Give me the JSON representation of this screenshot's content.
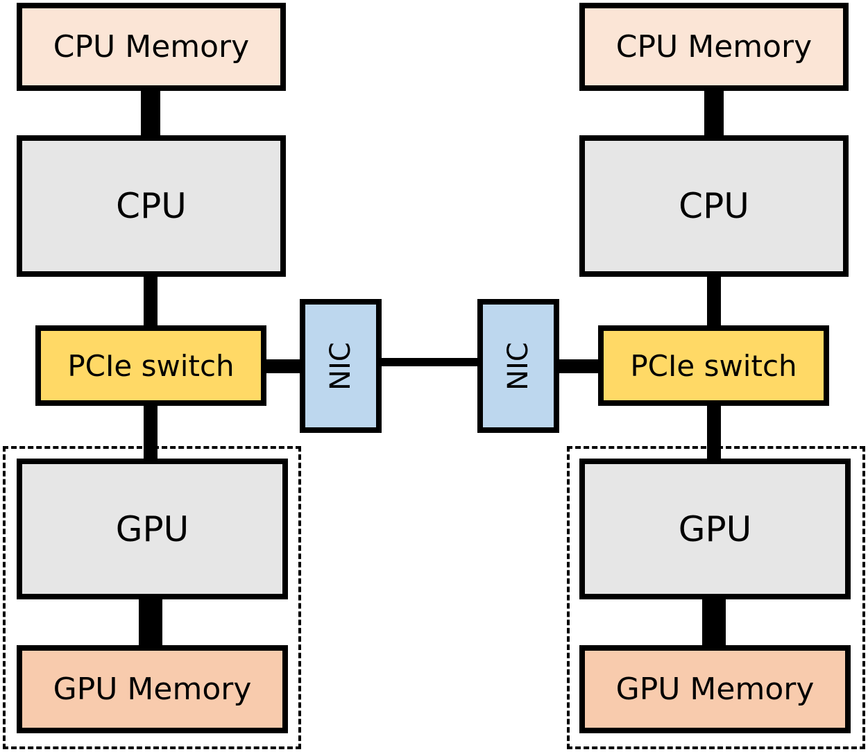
{
  "colors": {
    "cpu_memory": "#fbe5d6",
    "cpu": "#e6e6e6",
    "pcie_switch": "#ffd966",
    "nic": "#bdd7ee",
    "gpu": "#e6e6e6",
    "gpu_memory": "#f8cbad",
    "outline": "#000000"
  },
  "left_node": {
    "cpu_memory": "CPU Memory",
    "cpu": "CPU",
    "pcie_switch": "PCIe switch",
    "nic": "NIC",
    "gpu": "GPU",
    "gpu_memory": "GPU Memory"
  },
  "right_node": {
    "cpu_memory": "CPU Memory",
    "cpu": "CPU",
    "pcie_switch": "PCIe switch",
    "nic": "NIC",
    "gpu": "GPU",
    "gpu_memory": "GPU Memory"
  }
}
